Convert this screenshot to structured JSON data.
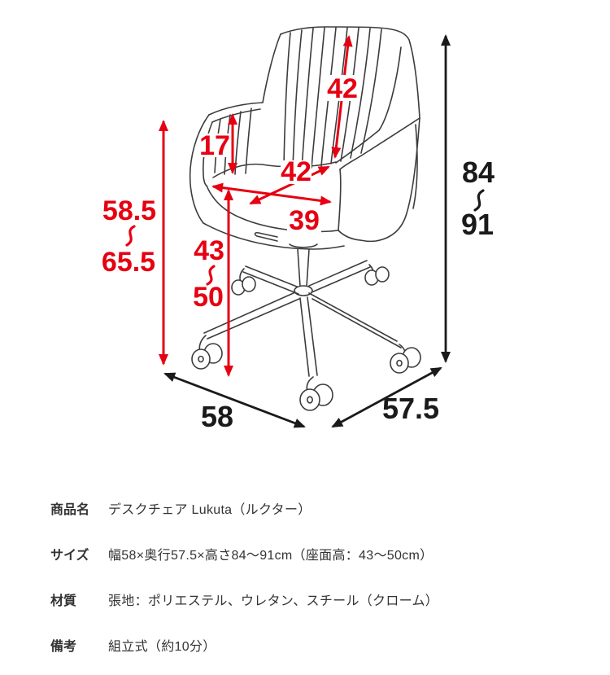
{
  "diagram": {
    "colors": {
      "red": "#e60012",
      "black": "#1a1a1a",
      "line_gray": "#3c3c3c"
    },
    "red_dimensions": {
      "backrest_height": "42",
      "armrest_above_seat": "17",
      "seat_width": "42",
      "seat_depth": "39",
      "armrest_floor_range": "58.5〜65.5",
      "armrest_floor_min": "58.5",
      "armrest_floor_max": "65.5",
      "seat_height_range": "43〜50",
      "seat_height_min": "43",
      "seat_height_max": "50"
    },
    "black_dimensions": {
      "total_height_range": "84〜91",
      "total_height_min": "84",
      "total_height_max": "91",
      "total_width": "58",
      "total_depth": "57.5"
    }
  },
  "spec_table": {
    "rows": [
      {
        "label": "商品名",
        "value": "デスクチェア Lukuta（ルクター）"
      },
      {
        "label": "サイズ",
        "value": "幅58×奥行57.5×高さ84～91cm（座面高：43～50cm）"
      },
      {
        "label": "材質",
        "value": "張地：ポリエステル、ウレタン、スチール（クローム）"
      },
      {
        "label": "備考",
        "value": "組立式（約10分）"
      }
    ]
  }
}
